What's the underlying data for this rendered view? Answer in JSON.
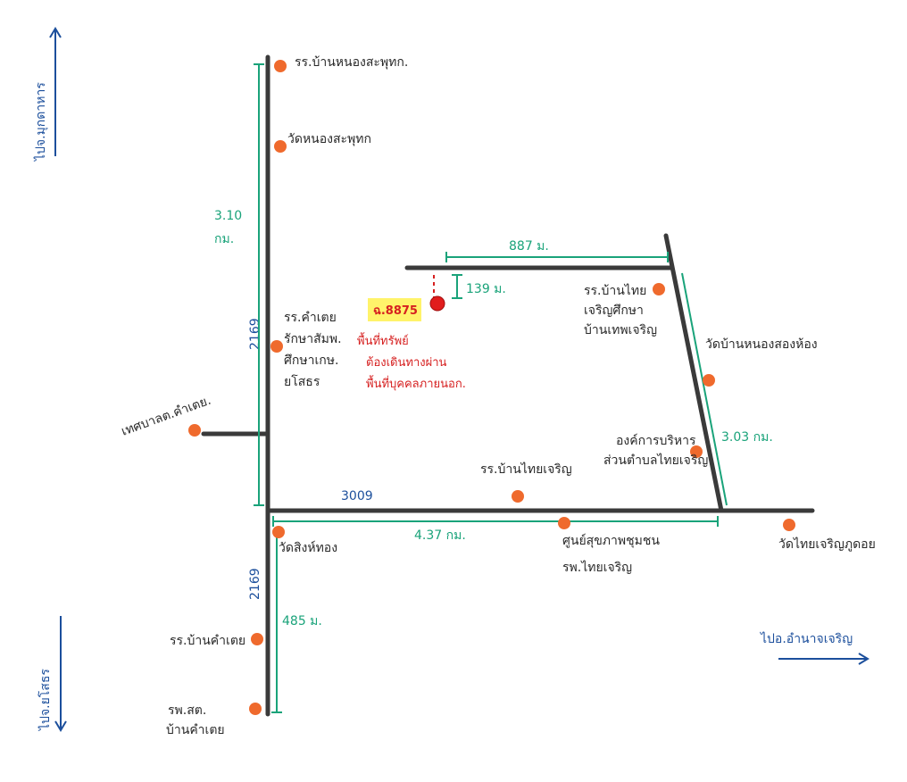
{
  "target": {
    "plot_id": "ฉ.8875",
    "note_lines": [
      "พื้นที่ทรัพย์",
      "ต้องเดินทางผ่าน",
      "พื้นที่บุคคลภายนอก."
    ]
  },
  "roads": {
    "r2169_top": "2169",
    "r2169_bottom": "2169",
    "r3009": "3009"
  },
  "distances": {
    "north": "3.10\nกม.",
    "top_road": "887 ม.",
    "to_target": "139 ม.",
    "right": "3.03 กม.",
    "bottom": "4.37 กม.",
    "south": "485 ม."
  },
  "directions": {
    "north": "ไปจ.มุกดาหาร",
    "south": "ไปจ.ยโสธร",
    "east": "ไปอ.อำนาจเจริญ"
  },
  "places": [
    {
      "id": "school-top",
      "name": "รร.บ้านหนองสะพุทก."
    },
    {
      "id": "temple-top",
      "name": "วัดหนองสะพุทก"
    },
    {
      "id": "school-west",
      "name": "รร.คำเตยรักษาสัมพ.\nศึกษาเกษ.\nยโสธร"
    },
    {
      "id": "municipal",
      "name": "เทศบาลต.คำเตย."
    },
    {
      "id": "school-ne",
      "name": "รร.บ้านไทย\nเจริญศึกษา\nบ้านเทพเจริญ"
    },
    {
      "id": "temple-east",
      "name": "วัดบ้านหนองสองห้อง"
    },
    {
      "id": "tao",
      "name": "องค์การบริหาร\nส่วนตำบลไทยเจริญ"
    },
    {
      "id": "school-south",
      "name": "รร.บ้านไทยเจริญ"
    },
    {
      "id": "temple-junction",
      "name": "วัดสิงห์ทอง"
    },
    {
      "id": "health-center",
      "name": "ศูนย์สุขภาพชุมชน\nรพ.ไทยเจริญ"
    },
    {
      "id": "temple-far-east",
      "name": "วัดไทยเจริญภูดอย"
    },
    {
      "id": "school-bottom",
      "name": "รร.บ้านคำเตย"
    },
    {
      "id": "hospital",
      "name": "รพ.สต.\nบ้านคำเตย"
    }
  ]
}
